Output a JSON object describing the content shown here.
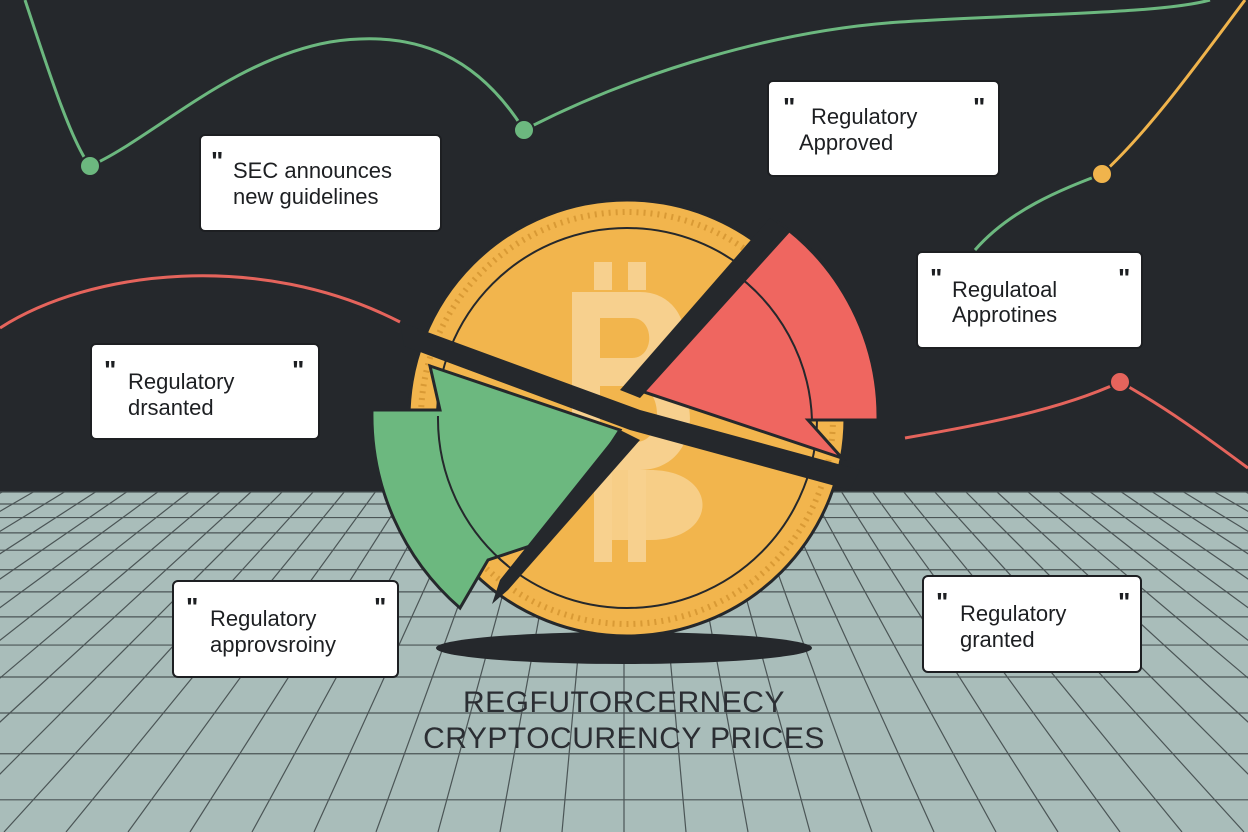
{
  "colors": {
    "background": "#25282c",
    "floor": "#a9bdba",
    "floor_grid": "#4b5556",
    "coin_gold": "#f2b54d",
    "coin_gold_light": "#f7d08e",
    "slice_red": "#ef6660",
    "slice_green": "#6cb87f",
    "line_green": "#6cb87f",
    "line_orange": "#f0b44c",
    "line_red": "#e5645c"
  },
  "icons": {
    "coin": "bitcoin-coin-icon"
  },
  "bubbles": [
    {
      "id": "sec",
      "open_quote": "\"",
      "close_quote": "",
      "line1": "SEC announces",
      "line2": "new guidelines"
    },
    {
      "id": "approved",
      "open_quote": "\"",
      "close_quote": "\"",
      "line1": "Regulatory",
      "line2": "Approved"
    },
    {
      "id": "approtines",
      "open_quote": "\"",
      "close_quote": "\"",
      "line1": "Regulatoal",
      "line2": "Approtines"
    },
    {
      "id": "drsanted",
      "open_quote": "\"",
      "close_quote": "\"",
      "line1": "Regulatory",
      "line2": "drsanted"
    },
    {
      "id": "approvsroiny",
      "open_quote": "\"",
      "close_quote": "\"",
      "line1": "Regulatory",
      "line2": "approvsroiny"
    },
    {
      "id": "granted",
      "open_quote": "\"",
      "close_quote": "\"",
      "line1": "Regulatory",
      "line2": "granted"
    }
  ],
  "caption": {
    "line1": "REGFUTORCERNECY",
    "line2": "CRYPTOCURENCY PRICES"
  }
}
